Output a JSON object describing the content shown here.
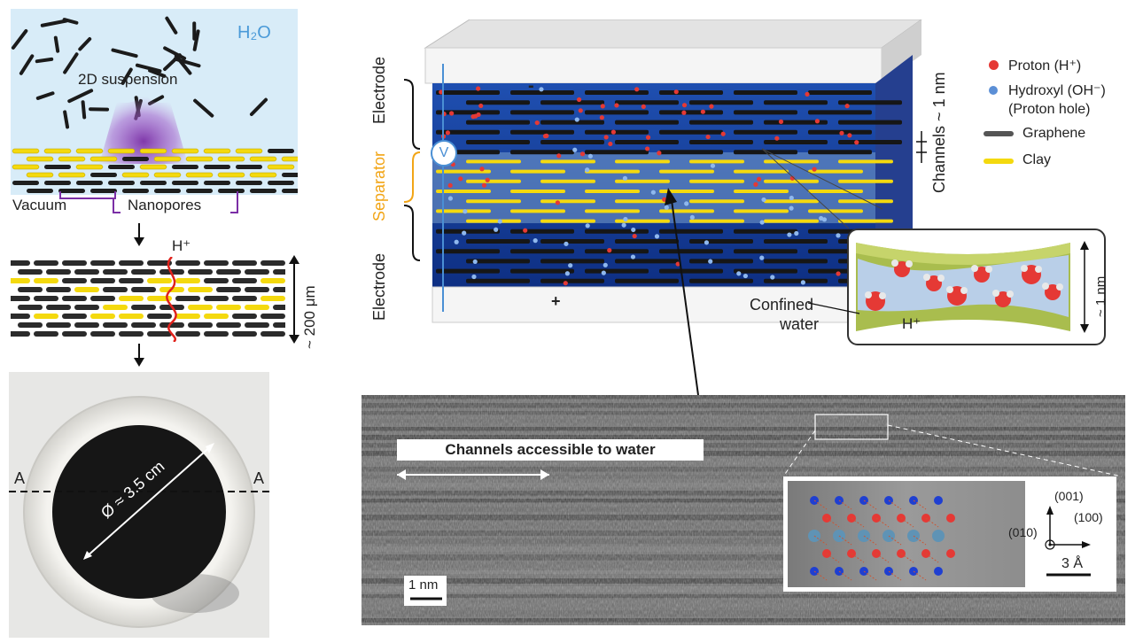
{
  "panel_suspension": {
    "h2o_label": "H₂O",
    "suspension_label": "2D suspension",
    "vacuum_label": "Vacuum",
    "nanopores_label": "Nanopores"
  },
  "panel_membrane": {
    "proton_label": "H⁺",
    "thickness_label": "~ 200 μm"
  },
  "panel_photo": {
    "section_left": "A",
    "section_right": "A",
    "diameter_label": "Ø ≈ 3.5 cm"
  },
  "panel_device": {
    "electrode_top": "Electrode",
    "separator": "Separator",
    "electrode_bottom": "Electrode",
    "voltage_symbol": "V",
    "minus_sign": "-",
    "plus_sign": "+",
    "channels_label": "Channels ~ 1 nm"
  },
  "legend": {
    "items": [
      {
        "name": "Proton (H⁺)",
        "icon": "red-sphere-icon",
        "color": "#e53935"
      },
      {
        "name": "Hydroxyl (OH⁻)",
        "icon": "blue-sphere-icon",
        "color": "#5b8fd6"
      },
      {
        "name": "(Proton hole)",
        "icon": "",
        "color": ""
      },
      {
        "name": "Graphene",
        "icon": "gray-sheet-icon",
        "color": "#555555"
      },
      {
        "name": "Clay",
        "icon": "yellow-sheet-icon",
        "color": "#f4d90e"
      }
    ]
  },
  "inset_water": {
    "confined_label": "Confined",
    "water_label": "water",
    "proton_label": "H⁺",
    "gap_label": "~ 1 nm"
  },
  "tem": {
    "banner": "Channels accessible to water",
    "scale_bar": "1 nm",
    "axis_001": "(001)",
    "axis_100": "(100)",
    "axis_010": "(010)",
    "inset_scale": "3 Å"
  },
  "colors": {
    "water_bg": "#d8ecf8",
    "graphene": "#2a2a2a",
    "clay": "#f4d90e",
    "separator_text": "#f2a516",
    "voltage_ring": "#4a8fd4",
    "electrolyte": "#1f4fb0"
  }
}
